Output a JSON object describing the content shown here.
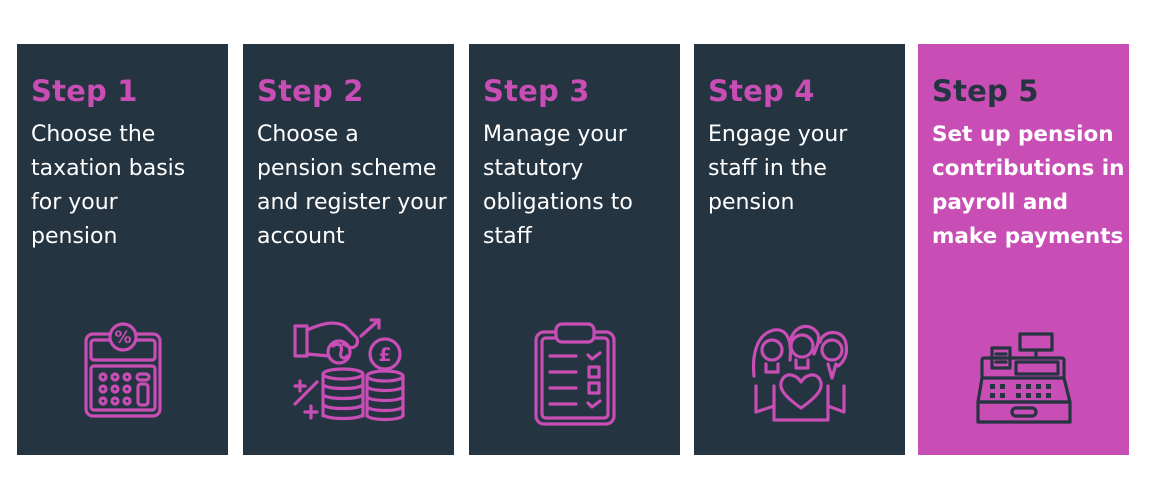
{
  "colors": {
    "dark": "#243441",
    "accent": "#c84db4",
    "text": "#ffffff"
  },
  "steps": [
    {
      "title": "Step 1",
      "text": "Choose the taxation basis for your pension",
      "icon": "calculator-percent-icon"
    },
    {
      "title": "Step 2",
      "text": "Choose a pension scheme and register your account",
      "icon": "hand-coins-pound-icon"
    },
    {
      "title": "Step 3",
      "text": "Manage your statutory obligations to staff",
      "icon": "clipboard-checklist-icon"
    },
    {
      "title": "Step 4",
      "text": "Engage your staff in the pension",
      "icon": "staff-heart-icon"
    },
    {
      "title": "Step 5",
      "text": "Set up pension contributions in payroll and make payments",
      "icon": "cash-register-icon"
    }
  ]
}
